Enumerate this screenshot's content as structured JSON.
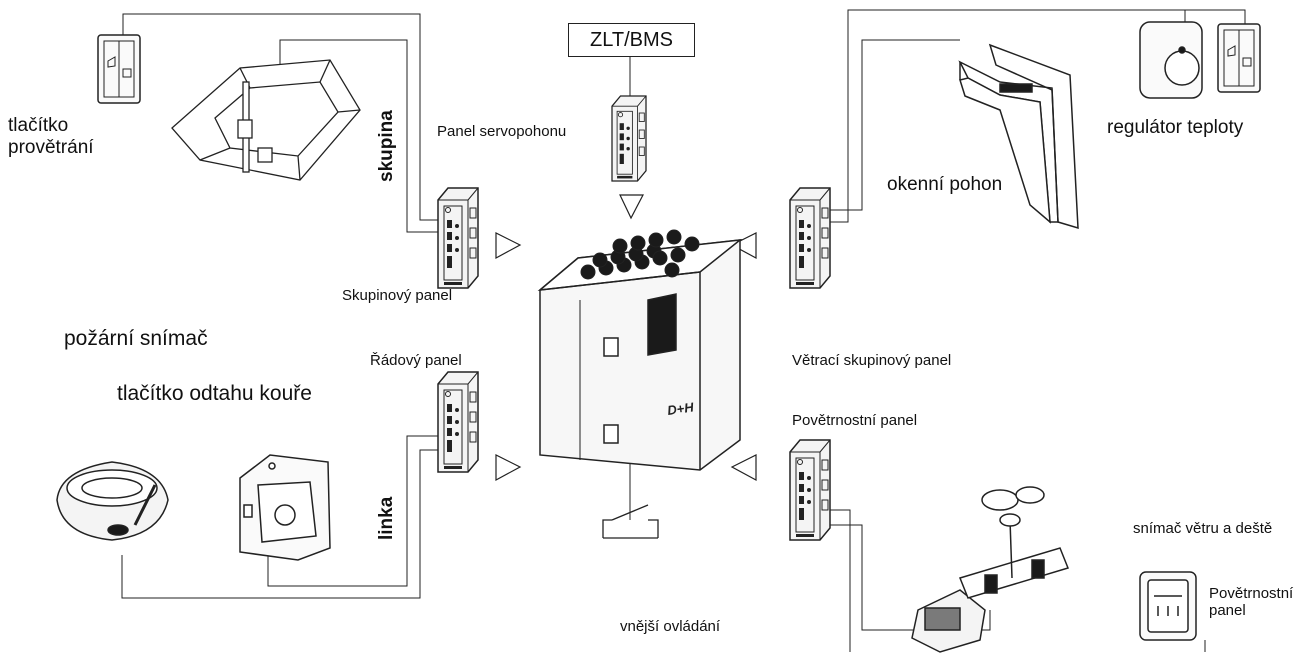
{
  "labels": {
    "zlt_bms": "ZLT/BMS",
    "panel_servopohonu": "Panel servopohonu",
    "tlacitko_provetrani": "tlačítko\nprovětrání",
    "skupina": "skupina",
    "skupinovy_panel": "Skupinový panel",
    "pozarni_snimac": "požární snímač",
    "radovy_panel": "Řádový panel",
    "tlacitko_odtahu_koure": "tlačítko odtahu kouře",
    "linka": "linka",
    "regulator_teploty": "regulátor teploty",
    "okenni_pohon": "okenní pohon",
    "vetraci_skupinovy_panel": "Větrací skupinový panel",
    "povetrnostni_panel_top": "Povětrnostní panel",
    "snimac_vetru_a_deste": "snímač větru a deště",
    "povetrnostni_panel_bottom": "Povětrnostní\npanel",
    "vnejsi_ovladani": "vnější ovládání",
    "cabinet_logo": "D+H"
  },
  "colors": {
    "line": "#222222",
    "device_fill": "#f4f4f4",
    "dark": "#1a1a1a"
  },
  "icons": [
    "push-button-icon",
    "window-drive-icon",
    "module-panel-icon",
    "control-cabinet-icon",
    "smoke-detector-icon",
    "manual-call-point-icon",
    "thermostat-icon",
    "wind-rain-sensor-icon",
    "weather-panel-icon",
    "switch-symbol-icon",
    "arrow-triangle-icon"
  ]
}
